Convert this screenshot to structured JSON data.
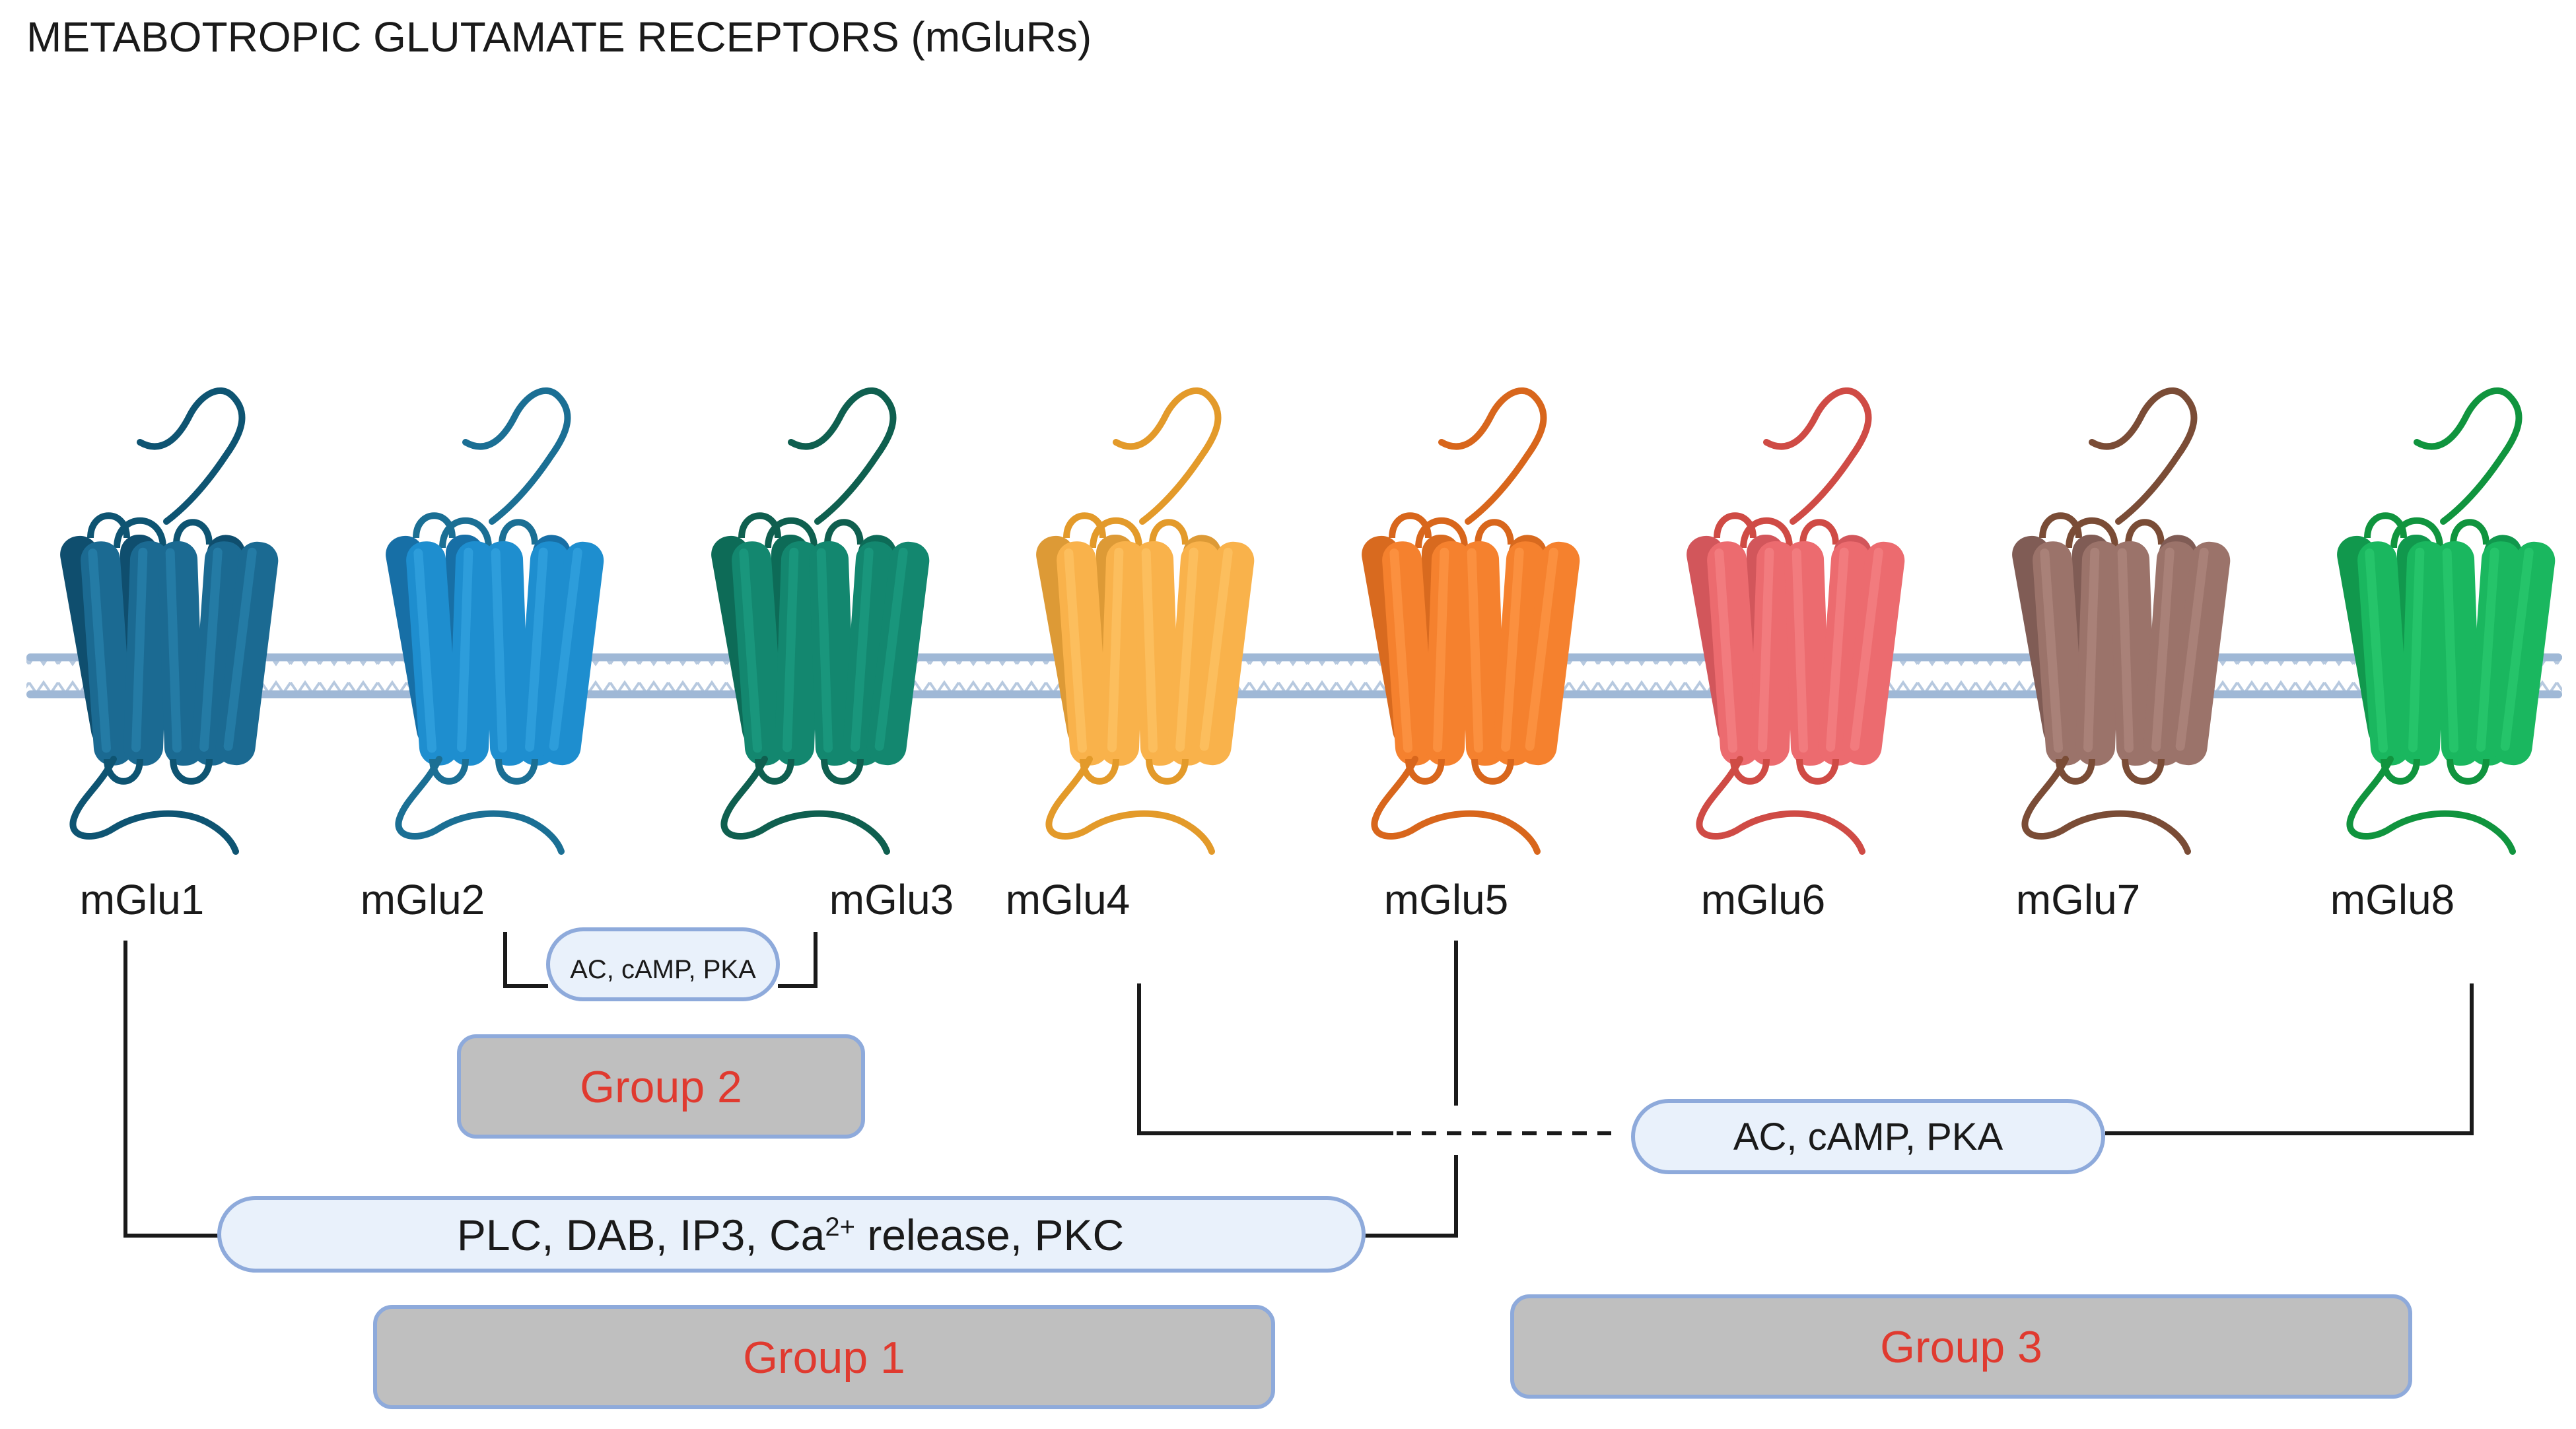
{
  "title": "METABOTROPIC GLUTAMATE RECEPTORS  (mGluRs)",
  "receptors": [
    {
      "label": "mGlu1",
      "icon": "gpcr-receptor-icon",
      "color": "#1b6a92",
      "dark": "#0f4e6e",
      "light": "#2b88b4",
      "loop": "#0e5472"
    },
    {
      "label": "mGlu2",
      "icon": "gpcr-receptor-icon",
      "color": "#1e8ecf",
      "dark": "#176fa6",
      "light": "#3aa9e6",
      "loop": "#1b6f94"
    },
    {
      "label": "mGlu3",
      "icon": "gpcr-receptor-icon",
      "color": "#13876f",
      "dark": "#0d6b57",
      "light": "#1fa386",
      "loop": "#0f5f4f"
    },
    {
      "label": "mGlu4",
      "icon": "gpcr-receptor-icon",
      "color": "#f9b24b",
      "dark": "#dd9a36",
      "light": "#ffc86d",
      "loop": "#e39a2a"
    },
    {
      "label": "mGlu5",
      "icon": "gpcr-receptor-icon",
      "color": "#f5812e",
      "dark": "#d86a1f",
      "light": "#ff9c4f",
      "loop": "#d8661c"
    },
    {
      "label": "mGlu6",
      "icon": "gpcr-receptor-icon",
      "color": "#ec6b6f",
      "dark": "#d2565b",
      "light": "#f7888b",
      "loop": "#cf4b45"
    },
    {
      "label": "mGlu7",
      "icon": "gpcr-receptor-icon",
      "color": "#9b736a",
      "dark": "#805c55",
      "light": "#b58c83",
      "loop": "#7a4c36"
    },
    {
      "label": "mGlu8",
      "icon": "gpcr-receptor-icon",
      "color": "#1ab75f",
      "dark": "#11984d",
      "light": "#2fd073",
      "loop": "#10943e"
    }
  ],
  "pathways": {
    "group2": "AC, cAMP, PKA",
    "group3": "AC, cAMP, PKA",
    "group1_prefix": "PLC, DAB, IP3, Ca",
    "group1_sup": "2+",
    "group1_suffix": " release, PKC"
  },
  "groups": {
    "group1": "Group 1",
    "group2": "Group 2",
    "group3": "Group 3"
  },
  "colors": {
    "group_box_fill": "#bfbfbf",
    "group_box_stroke": "#8eaadb",
    "group_label": "#e03a2f",
    "pill_fill": "#e9f1fb",
    "pill_stroke": "#8eaadb",
    "membrane": "#9fb8d6",
    "line": "#1a1a1a"
  }
}
